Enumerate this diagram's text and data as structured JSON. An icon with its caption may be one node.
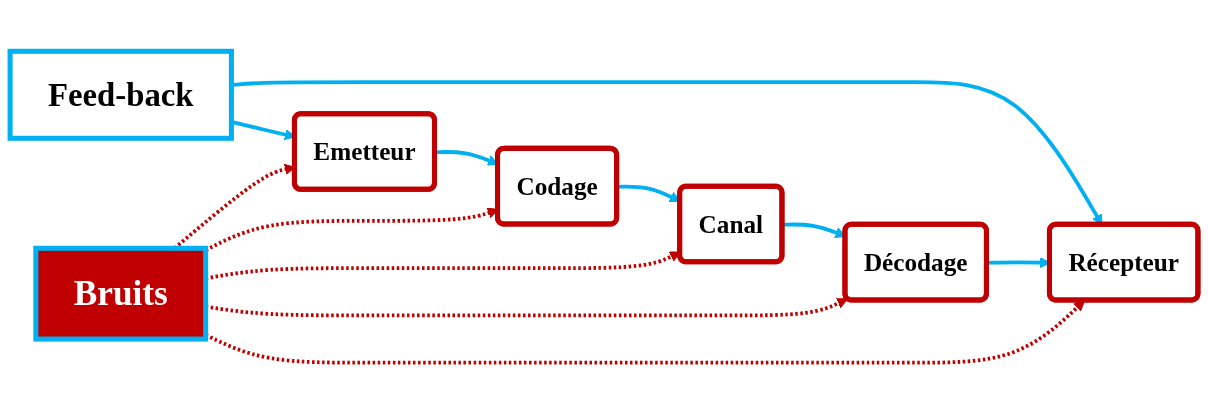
{
  "diagram": {
    "nodes": [
      {
        "text": [
          "Feed-back"
        ]
      },
      {
        "text": [
          "Emetteur"
        ]
      },
      {
        "text": [
          "Codage"
        ]
      },
      {
        "text": [
          "Canal"
        ]
      },
      {
        "text": [
          "Décodage"
        ]
      },
      {
        "text": [
          "Récepteur"
        ]
      },
      {
        "text": [
          "Bruits"
        ]
      }
    ],
    "edges": [
      {
        "from": 0,
        "to": 1,
        "arrow": "to"
      },
      {
        "from": 0,
        "to": 5,
        "arrow": "to"
      },
      {
        "from": 1,
        "to": 2,
        "arrow": "to"
      },
      {
        "from": 2,
        "to": 3,
        "arrow": "to"
      },
      {
        "from": 3,
        "to": 4,
        "arrow": "to"
      },
      {
        "from": 4,
        "to": 5,
        "arrow": "to"
      },
      {
        "from": 6,
        "to": 1,
        "arrow": "to",
        "style": "dashed",
        "color": "#c00000"
      },
      {
        "from": 6,
        "to": 2,
        "arrow": "to",
        "style": "dashed",
        "color": "#c00000"
      },
      {
        "from": 6,
        "to": 3,
        "arrow": "to",
        "style": "dashed",
        "color": "#c00000"
      },
      {
        "from": 6,
        "to": 4,
        "arrow": "to",
        "style": "dashed",
        "color": "#c00000"
      },
      {
        "from": 6,
        "to": 5,
        "arrow": "to",
        "style": "dashed",
        "color": "#c00000"
      }
    ]
  }
}
